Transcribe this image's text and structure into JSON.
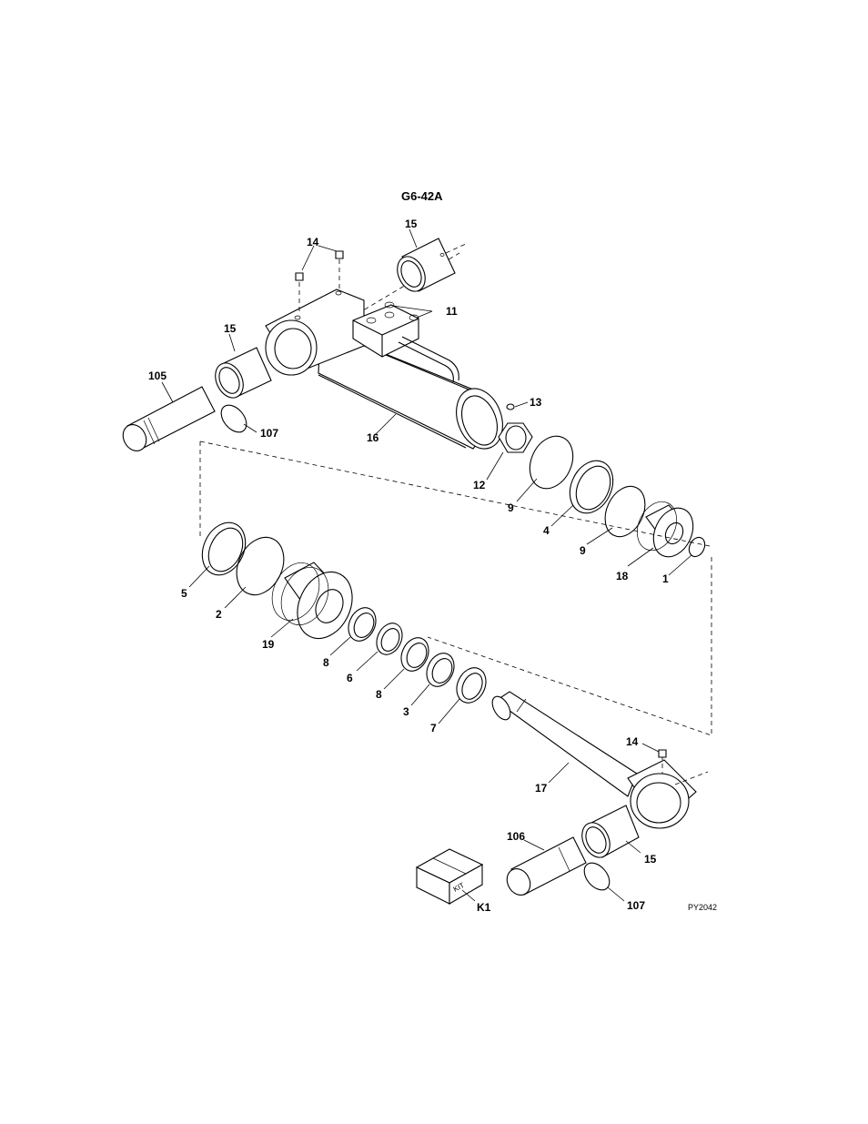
{
  "diagram": {
    "figure_number": "G6-42A",
    "drawing_code": "PY2042",
    "kit_box_text": "KIT",
    "callouts": {
      "c15_top": "15",
      "c14_top": "14",
      "c11": "11",
      "c15_left": "15",
      "c105": "105",
      "c107_top": "107",
      "c16": "16",
      "c13": "13",
      "c12": "12",
      "c9_a": "9",
      "c4": "4",
      "c9_b": "9",
      "c18": "18",
      "c1": "1",
      "c5": "5",
      "c2": "2",
      "c19": "19",
      "c8_a": "8",
      "c6": "6",
      "c8_b": "8",
      "c3": "3",
      "c7": "7",
      "c14_bottom": "14",
      "c17": "17",
      "c106": "106",
      "c15_bottom": "15",
      "c107_bottom": "107",
      "cK1": "K1"
    }
  }
}
